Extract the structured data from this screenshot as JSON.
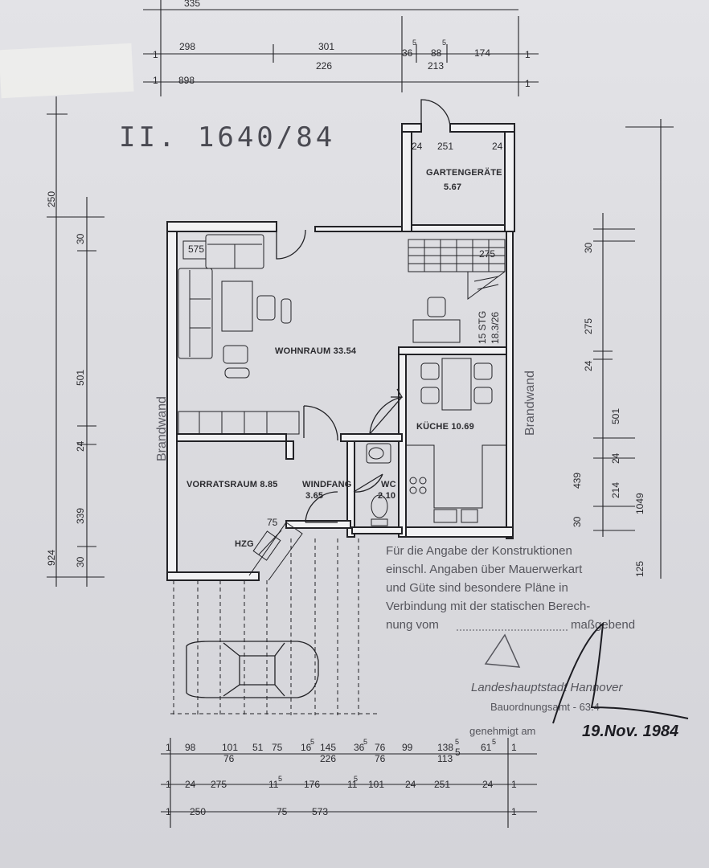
{
  "file_number": "II. 1640/84",
  "rooms": {
    "wohnraum": "WOHNRAUM 33.54",
    "kueche": "KÜCHE 10.69",
    "vorratsraum": "VORRATSRAUM 8.85",
    "windfang": "WINDFANG",
    "windfang_area": "3.65",
    "wc": "WC",
    "wc_area": "2.10",
    "gartengeraete": "GARTENGERÄTE",
    "gartengeraete_area": "5.67",
    "hzg": "HZG"
  },
  "labels": {
    "brandwand_left": "Brandwand",
    "brandwand_right": "Brandwand",
    "stair": "15 STG",
    "stair_ratio": "18.3/26"
  },
  "dims_top": {
    "r0": "335",
    "r1_a": "298",
    "r1_b": "301",
    "r1_b2": "226",
    "r1_c": "36",
    "r1_c5": "5",
    "r1_d": "88",
    "r1_d5": "5",
    "r1_e": "213",
    "r1_f": "174",
    "r1_g": "1",
    "r1_h": "1",
    "r2_a": "1",
    "r2_b": "898",
    "r2_c": "1"
  },
  "dims_inner": {
    "g24a": "24",
    "g251": "251",
    "g24b": "24",
    "d575": "575",
    "d275": "275",
    "d75": "75"
  },
  "dims_left": {
    "l250": "250",
    "l30a": "30",
    "l501": "501",
    "l24": "24",
    "l339": "339",
    "l30b": "30",
    "l924": "924"
  },
  "dims_right": {
    "r30a": "30",
    "r275": "275",
    "r24a": "24",
    "r501": "501",
    "r24b": "24",
    "r439": "439",
    "r214": "214",
    "r30b": "30",
    "r1049": "1049",
    "r125": "125"
  },
  "dims_bottom": {
    "b1": [
      "1",
      "98",
      "101",
      "76",
      "51",
      "75",
      "16",
      "5",
      "145",
      "226",
      "36",
      "5",
      "76",
      "76",
      "99",
      "138",
      "5",
      "113",
      "5",
      "61",
      "5",
      "1"
    ],
    "b2": [
      "1",
      "24",
      "275",
      "11",
      "5",
      "176",
      "11",
      "5",
      "101",
      "24",
      "251",
      "24",
      "1"
    ],
    "b3": [
      "1",
      "250",
      "75",
      "573",
      "1"
    ]
  },
  "approval_note": {
    "line1": "Für die Angabe der Konstruktionen",
    "line2": "einschl. Angaben über Mauerwerkart",
    "line3": "und Güte sind besondere Pläne in",
    "line4": "Verbindung mit der statischen Berech-",
    "line5": "nung vom",
    "line5b": "maßgebend",
    "line6": "Landeshauptstadt Hannover",
    "line7": "Bauordnungsamt - 63.4 -",
    "line8": "genehmigt am",
    "date": "19.Nov. 1984"
  },
  "colors": {
    "ink": "#222226",
    "paper": "#e0e0e4"
  }
}
